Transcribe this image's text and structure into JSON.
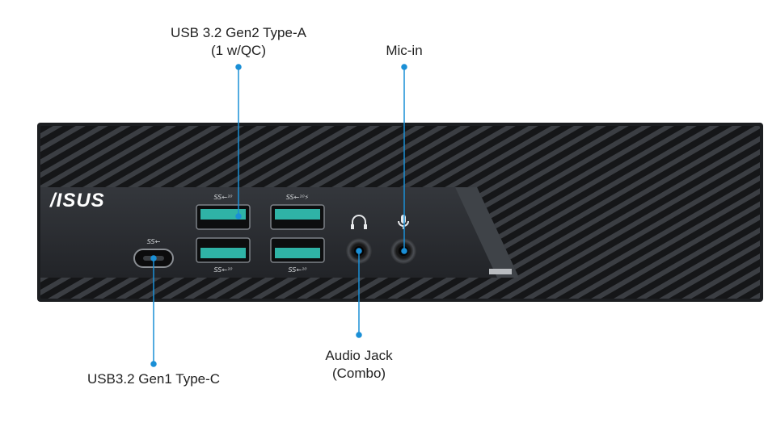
{
  "brand": "/ISUS",
  "labels": {
    "usb_a": {
      "line1": "USB 3.2 Gen2 Type-A",
      "line2": "(1 w/QC)"
    },
    "mic": {
      "line1": "Mic-in"
    },
    "audio": {
      "line1": "Audio Jack",
      "line2": "(Combo)"
    },
    "usb_c": {
      "line1": "USB3.2 Gen1 Type-C"
    }
  },
  "port_marks": {
    "usb_a_top_left": "SS←¹⁰",
    "usb_a_top_right": "SS←¹⁰⚡",
    "usb_a_bottom_left": "SS←¹⁰",
    "usb_a_bottom_right": "SS←¹⁰",
    "usb_c": "SS←"
  },
  "colors": {
    "leader_line": "#1a8fd6",
    "chassis": "#1c1e21",
    "bezel": "#2a2d31",
    "usb_insert": "#2fb3a6",
    "text": "#222222"
  },
  "icons": [
    "headphone-icon",
    "microphone-icon"
  ]
}
